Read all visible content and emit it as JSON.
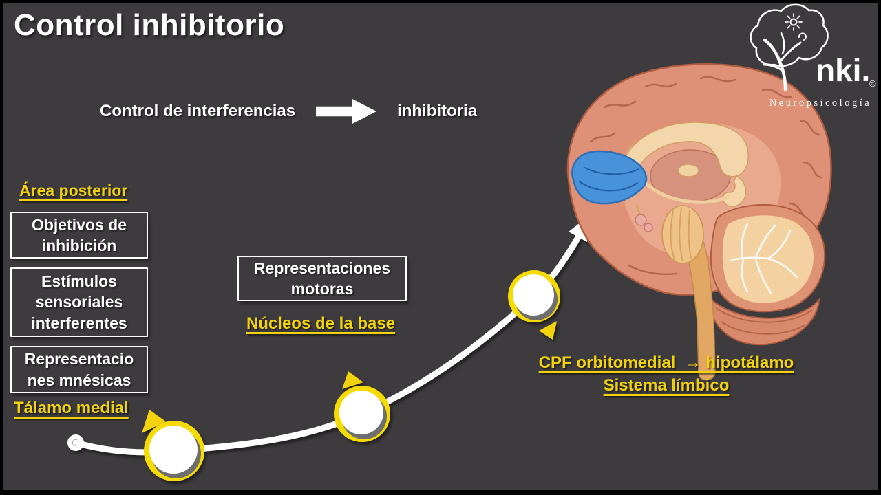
{
  "colors": {
    "background": "#3E3B3E",
    "frame": "#000000",
    "accent_yellow": "#F2D30B",
    "text_white": "#FFFFFF",
    "brain_highlight_blue": "#4792D9"
  },
  "slide": {
    "title": "Control inhibitorio"
  },
  "flow_header": {
    "left_label": "Control de interferencias",
    "right_label": "inhibitoria",
    "arrow_icon": "block-arrow-right"
  },
  "logo": {
    "brand": "nki.",
    "registered_mark": "©",
    "subtitle": "Neuropsicología",
    "tree_icon": "brain-tree-icon"
  },
  "posterior_section": {
    "heading": "Área posterior",
    "boxes": [
      {
        "lines": [
          "Objetivos de",
          "inhibición"
        ]
      },
      {
        "lines": [
          "Estímulos",
          "sensoriales",
          "interferentes"
        ]
      },
      {
        "lines": [
          "Representacio",
          "nes mnésicas"
        ]
      }
    ],
    "footer_heading": "Tálamo medial"
  },
  "basal_section": {
    "box_lines": [
      "Representaciones",
      "motoras"
    ],
    "heading": "Núcleos de la base"
  },
  "prefrontal_section": {
    "line1": "CPF orbitomedial  → hipotálamo",
    "line2": "Sistema límbico"
  },
  "curve": {
    "milestone_count": 3,
    "start_marker": "small-ring",
    "end_marker": "arrowhead-to-brain"
  }
}
